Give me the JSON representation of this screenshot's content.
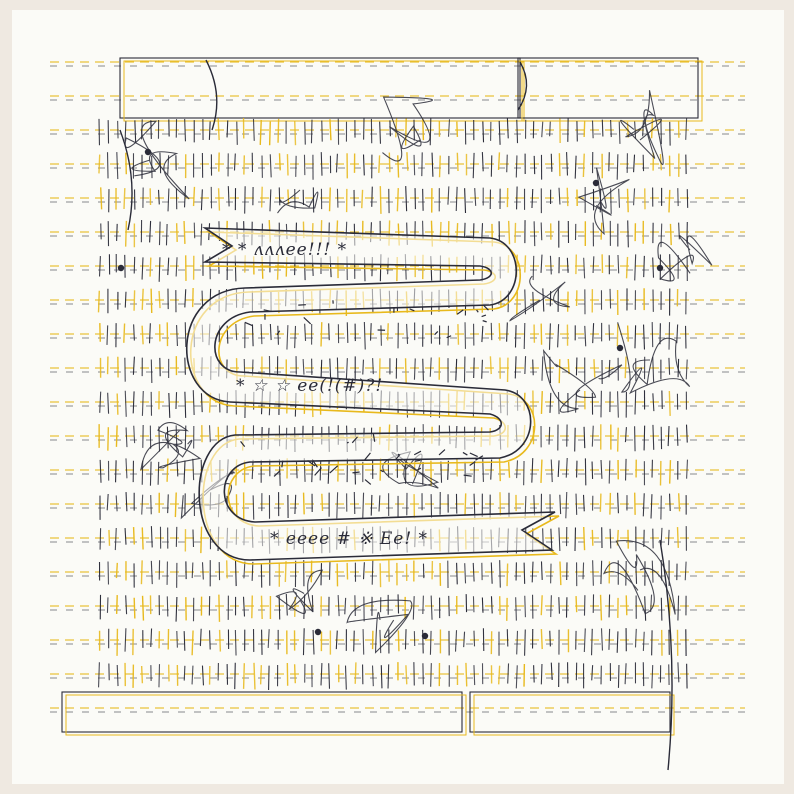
{
  "artwork": {
    "kind": "stitched-textile-drawing",
    "ink_colors": {
      "ink": "#2a2b38",
      "thread": "#e8b91c",
      "paper": "#fbfbf7",
      "border": "#efe9e1"
    },
    "ribbon_phrases": [
      "* * ʌʌʌee!!! *",
      "* ☆ ☆ ee(!(#)?!",
      "* eeee # ※ Ee! *"
    ]
  }
}
